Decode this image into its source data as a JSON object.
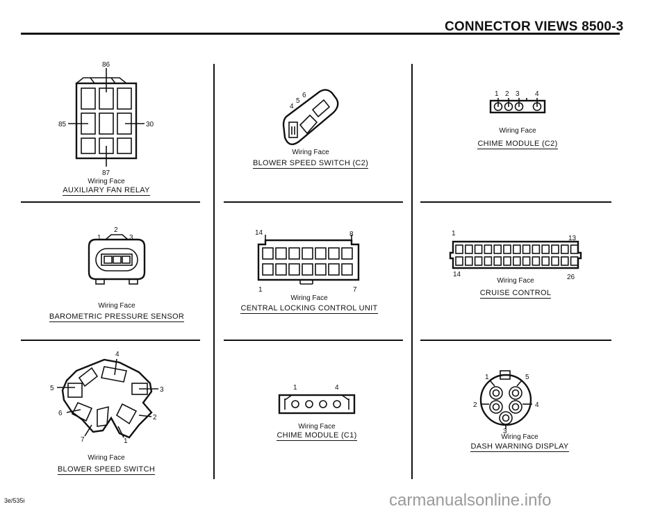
{
  "header": {
    "title": "CONNECTOR VIEWS  8500-3"
  },
  "footer": {
    "code": "3e/535i",
    "watermark": "carmanualsonline.info"
  },
  "connectors": {
    "auxiliary_fan_relay": {
      "face": "Wiring Face",
      "title": "AUXILIARY FAN RELAY",
      "pins": [
        "86",
        "85",
        "30",
        "87"
      ]
    },
    "blower_speed_switch_c2": {
      "face": "Wiring Face",
      "title": "BLOWER SPEED SWITCH (C2)",
      "pins": [
        "4",
        "5",
        "6"
      ]
    },
    "chime_module_c2": {
      "face": "Wiring Face",
      "title": "CHIME MODULE (C2)",
      "pins": [
        "1",
        "2",
        "3",
        "4"
      ]
    },
    "barometric_pressure_sensor": {
      "face": "Wiring Face",
      "title": "BAROMETRIC PRESSURE SENSOR",
      "pins": [
        "1",
        "2",
        "3"
      ]
    },
    "central_locking_control_unit": {
      "face": "Wiring Face",
      "title": "CENTRAL LOCKING CONTROL UNIT",
      "pins": [
        "14",
        "8",
        "1",
        "7"
      ]
    },
    "cruise_control": {
      "face": "Wiring Face",
      "title": "CRUISE CONTROL",
      "pins": [
        "1",
        "13",
        "14",
        "26"
      ]
    },
    "blower_speed_switch": {
      "face": "Wiring Face",
      "title": "BLOWER SPEED SWITCH",
      "pins": [
        "4",
        "5",
        "3",
        "6",
        "2",
        "7",
        "1"
      ]
    },
    "chime_module_c1": {
      "face": "Wiring Face",
      "title": "CHIME MODULE (C1)",
      "pins": [
        "1",
        "4"
      ]
    },
    "dash_warning_display": {
      "face": "Wiring Face",
      "title": "DASH WARNING DISPLAY",
      "pins": [
        "1",
        "5",
        "2",
        "4",
        "3"
      ]
    }
  }
}
